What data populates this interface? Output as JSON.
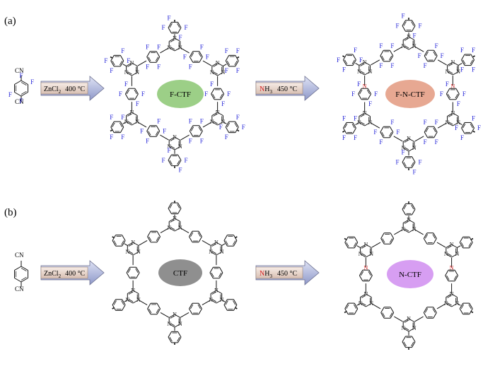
{
  "panels": [
    {
      "label": "(a)",
      "monomer_label": "CN",
      "arrow1": {
        "reagent": "ZnCl",
        "subscript": "2",
        "temp": "400 °C"
      },
      "framework1": {
        "name": "F-CTF",
        "color": "#9ccf87"
      },
      "arrow2": {
        "reagent_n": "N",
        "reagent_h": "H",
        "subscript": "3",
        "temp": "450 °C"
      },
      "framework2": {
        "name": "F-N-CTF",
        "color": "#e7a892"
      },
      "f_label": "F",
      "n_label": "N"
    },
    {
      "label": "(b)",
      "monomer_label": "CN",
      "arrow1": {
        "reagent": "ZnCl",
        "subscript": "2",
        "temp": "400 °C"
      },
      "framework1": {
        "name": "CTF",
        "color": "#8f8f8f"
      },
      "arrow2": {
        "reagent_n": "N",
        "reagent_h": "H",
        "subscript": "3",
        "temp": "450 °C"
      },
      "framework2": {
        "name": "N-CTF",
        "color": "#d79ef2"
      },
      "n_label": "N"
    }
  ],
  "colors": {
    "arrow_fill": "#b8bfe0",
    "arrow_box": "#e6d3c8",
    "nh3_red": "#d61f1f",
    "fluorine": "#2b2bd9"
  }
}
